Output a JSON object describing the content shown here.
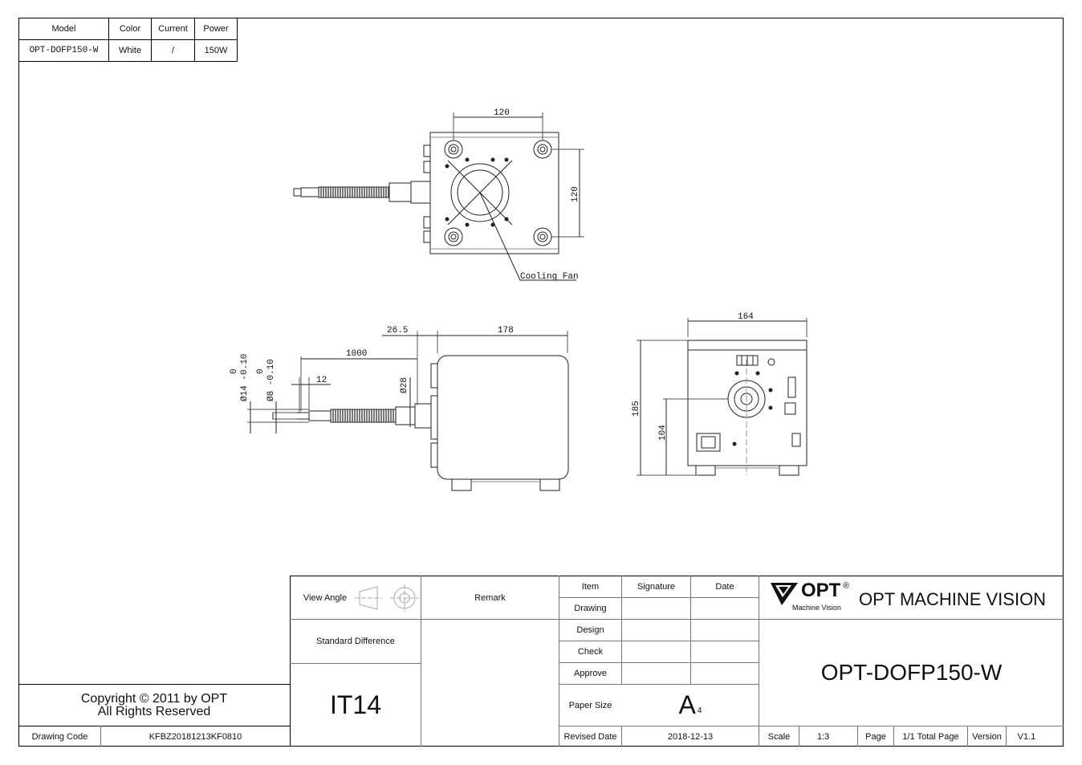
{
  "spec_table": {
    "headers": [
      "Model",
      "Color",
      "Current",
      "Power"
    ],
    "row": [
      "OPT-DOFP150-W",
      "White",
      "/",
      "150W"
    ]
  },
  "drawing": {
    "top_view": {
      "dim_width": "120",
      "dim_height": "120",
      "callout": "Cooling Fan"
    },
    "side_view": {
      "dim_cable": "1000",
      "dim_offset": "26.5",
      "dim_body": "178",
      "dim_tip": "12",
      "dim_dia28": "Ø28",
      "tol_14": "Ø14 -0.10",
      "tol_14_zero": "0",
      "tol_8": "Ø8 -0.10",
      "tol_8_zero": "0"
    },
    "rear_view": {
      "dim_width": "164",
      "dim_height": "185",
      "dim_axis": "104"
    }
  },
  "title_block": {
    "view_angle_label": "View Angle",
    "remark_label": "Remark",
    "standard_difference_label": "Standard Difference",
    "tolerance_grade": "IT14",
    "item_label": "Item",
    "signature_label": "Signature",
    "date_label": "Date",
    "rows": [
      "Drawing",
      "Design",
      "Check",
      "Approve"
    ],
    "paper_size_label": "Paper Size",
    "paper_size_letter": "A",
    "paper_size_number": "4",
    "revised_date_label": "Revised Date",
    "revised_date": "2018-12-13",
    "logo_text": "OPT",
    "logo_reg": "®",
    "logo_sub": "Machine Vision",
    "company": "OPT MACHINE VISION",
    "part_number": "OPT-DOFP150-W",
    "scale_label": "Scale",
    "scale": "1:3",
    "page_label": "Page",
    "page_value": "1/1 Total Page",
    "version_label": "Version",
    "version": "V1.1",
    "copyright_line1": "Copyright © 2011 by OPT",
    "copyright_line2": "All Rights Reserved",
    "drawing_code_label": "Drawing Code",
    "drawing_code": "KFBZ20181213KF0810"
  }
}
